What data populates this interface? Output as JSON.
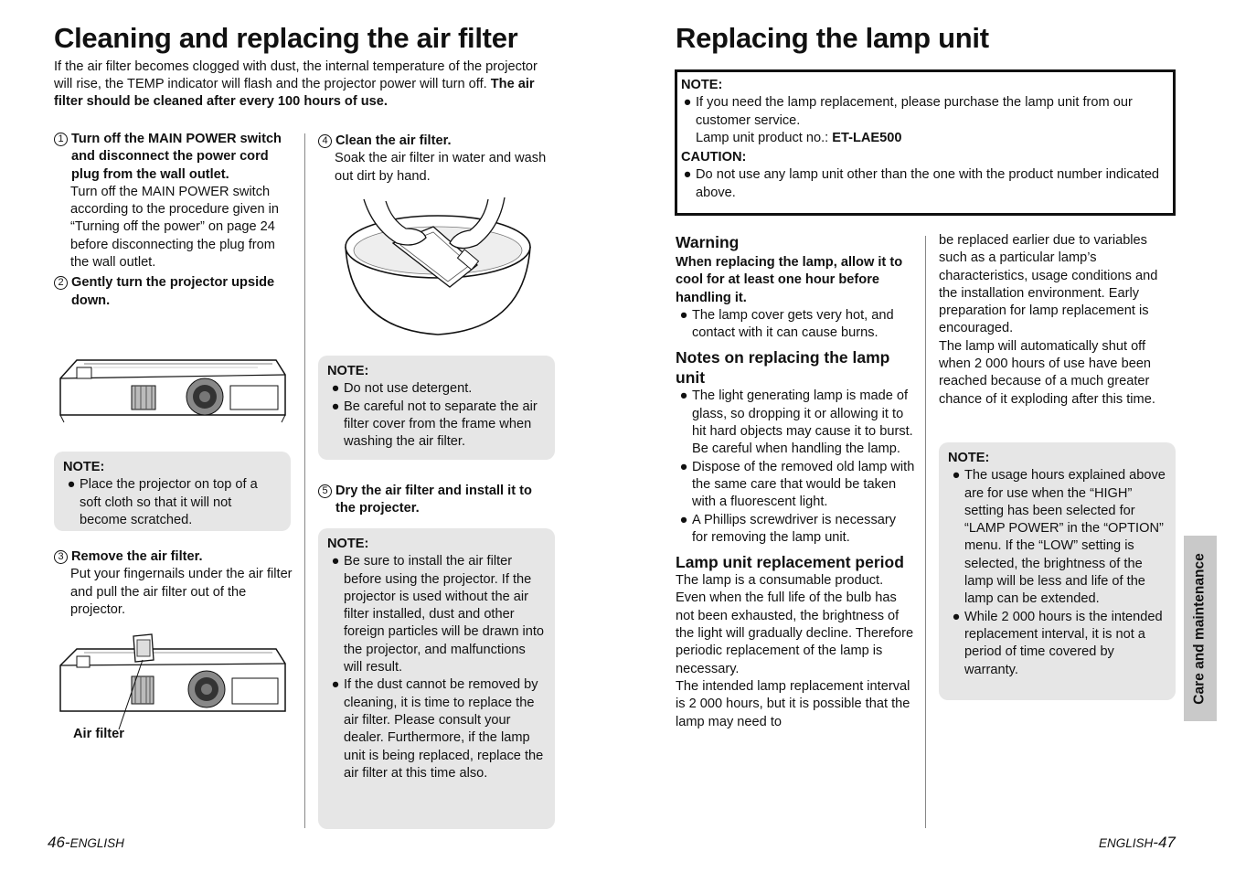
{
  "left": {
    "title": "Cleaning and replacing the air filter",
    "intro_normal": "If the air filter becomes clogged with dust, the internal temperature of the projector will rise, the TEMP indicator will flash and the projector power will turn off.",
    "intro_bold": "The air filter should be cleaned after every 100 hours of use.",
    "steps": [
      {
        "num": "1",
        "head": "Turn off the MAIN POWER switch and disconnect the power cord plug from the wall outlet.",
        "body": "Turn off the MAIN POWER switch according to the procedure given in “Turning off the power” on page 24 before disconnecting the plug from the wall outlet."
      },
      {
        "num": "2",
        "head": "Gently turn the projector upside down.",
        "body": ""
      },
      {
        "num": "3",
        "head": "Remove the air filter.",
        "body": "Put your fingernails under the air filter and pull the air filter out of the projector."
      },
      {
        "num": "4",
        "head": "Clean the air filter.",
        "body": "Soak the air filter in water and wash out dirt by hand."
      },
      {
        "num": "5",
        "head": "Dry the air filter and install it to the projecter.",
        "body": ""
      }
    ],
    "note1": {
      "title": "NOTE:",
      "items": [
        "Place the projector on top of a soft cloth so that it will not become scratched."
      ]
    },
    "note2": {
      "title": "NOTE:",
      "items": [
        "Do not use detergent.",
        "Be careful not to separate the air filter cover from the frame when washing the air filter."
      ]
    },
    "note3": {
      "title": "NOTE:",
      "items": [
        "Be sure to install the air filter before using the projector. If the projector is used without the air filter installed, dust and other foreign particles will be drawn into the projector, and malfunctions will result.",
        "If the dust cannot be removed by cleaning, it is time to replace the air filter. Please consult your dealer. Furthermore, if the lamp unit is being replaced, replace the air filter at this time also."
      ]
    },
    "air_filter_label": "Air filter",
    "footer_num": "46-",
    "footer_word": "English"
  },
  "right": {
    "title": "Replacing the lamp unit",
    "box": {
      "note_title": "NOTE:",
      "note_item": "If you need the lamp replacement, please purchase the lamp unit from our customer service.",
      "product_prefix": "Lamp unit product no.: ",
      "product_no": "ET-LAE500",
      "caution_title": "CAUTION:",
      "caution_item": "Do not use any lamp unit other than the one with the product number indicated above."
    },
    "warning": {
      "title": "Warning",
      "bold": "When replacing the lamp, allow it to cool for at least one hour before handling it.",
      "items": [
        "The lamp cover gets very hot, and contact with it can cause burns."
      ]
    },
    "notes_replacing": {
      "title": "Notes on replacing the lamp unit",
      "items": [
        "The light generating lamp is made of glass, so dropping it or allowing it to hit hard objects may cause it to burst. Be careful when handling the lamp.",
        "Dispose of the removed old lamp with the same care that would be taken with a fluorescent light.",
        "A Phillips screwdriver is necessary for removing the lamp unit."
      ]
    },
    "period": {
      "title": "Lamp unit replacement period",
      "p1": "The lamp is a consumable product. Even when the full life of the bulb has not been exhausted, the brightness of the light will gradually decline. Therefore periodic replacement of the lamp is necessary.",
      "p2": "The intended lamp replacement interval is 2 000 hours, but it is possible that the lamp may need to",
      "p2_cont": "be replaced earlier due to variables such as a particular lamp’s characteristics, usage conditions and the installation environment. Early preparation for lamp replacement is encouraged.",
      "p3": "The lamp will automatically shut off when 2 000 hours of use have been reached because of a much greater chance of it exploding after this time."
    },
    "note4": {
      "title": "NOTE:",
      "items": [
        "The usage hours explained above are for use when the “HIGH” setting has been selected for “LAMP POWER” in the “OPTION” menu. If the “LOW” setting is selected, the brightness of the lamp will be less and life of the lamp can be extended.",
        "While 2 000 hours is the intended replacement interval, it is not a period of time covered by warranty."
      ]
    },
    "side_tab": "Care and maintenance",
    "footer_word": "English",
    "footer_num": "-47"
  },
  "bullet_glyph": "●"
}
